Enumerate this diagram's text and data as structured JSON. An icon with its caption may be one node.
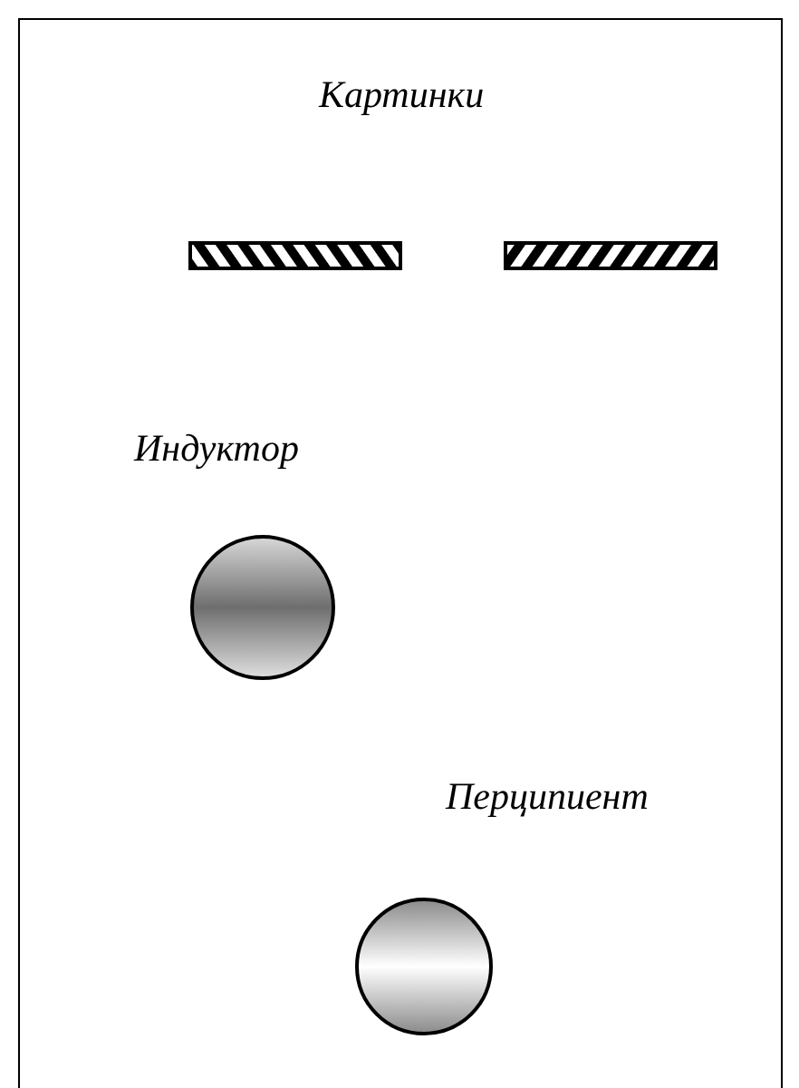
{
  "diagram": {
    "nodes": [
      {
        "text": [],
        "shape": "bar"
      },
      {
        "text": [],
        "shape": "bar"
      },
      {
        "text": [],
        "shape": "circle"
      },
      {
        "text": [],
        "shape": "circle"
      }
    ],
    "labels": [
      "Картинки",
      "Индуктор",
      "Перципиент"
    ]
  }
}
